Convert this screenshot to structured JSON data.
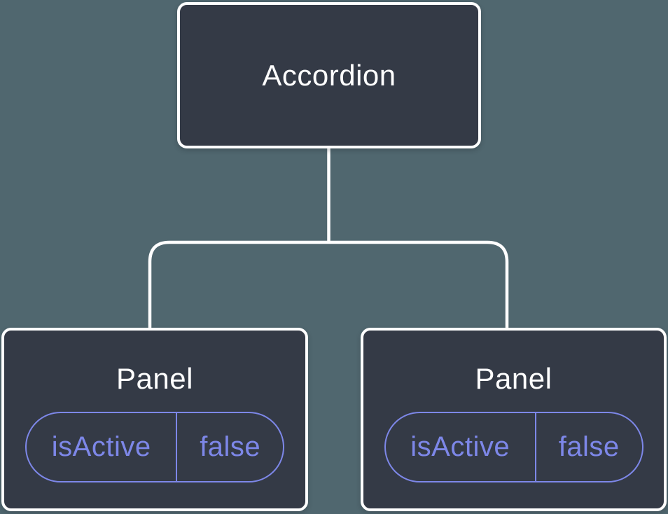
{
  "colors": {
    "background": "#50676F",
    "node_fill": "#343A46",
    "node_border": "#FFFFFF",
    "text_primary": "#FFFFFF",
    "accent_purple": "#7D87E8"
  },
  "tree": {
    "root": {
      "label": "Accordion"
    },
    "panels": [
      {
        "title": "Panel",
        "state": {
          "key": "isActive",
          "value": "false"
        }
      },
      {
        "title": "Panel",
        "state": {
          "key": "isActive",
          "value": "false"
        }
      }
    ]
  }
}
